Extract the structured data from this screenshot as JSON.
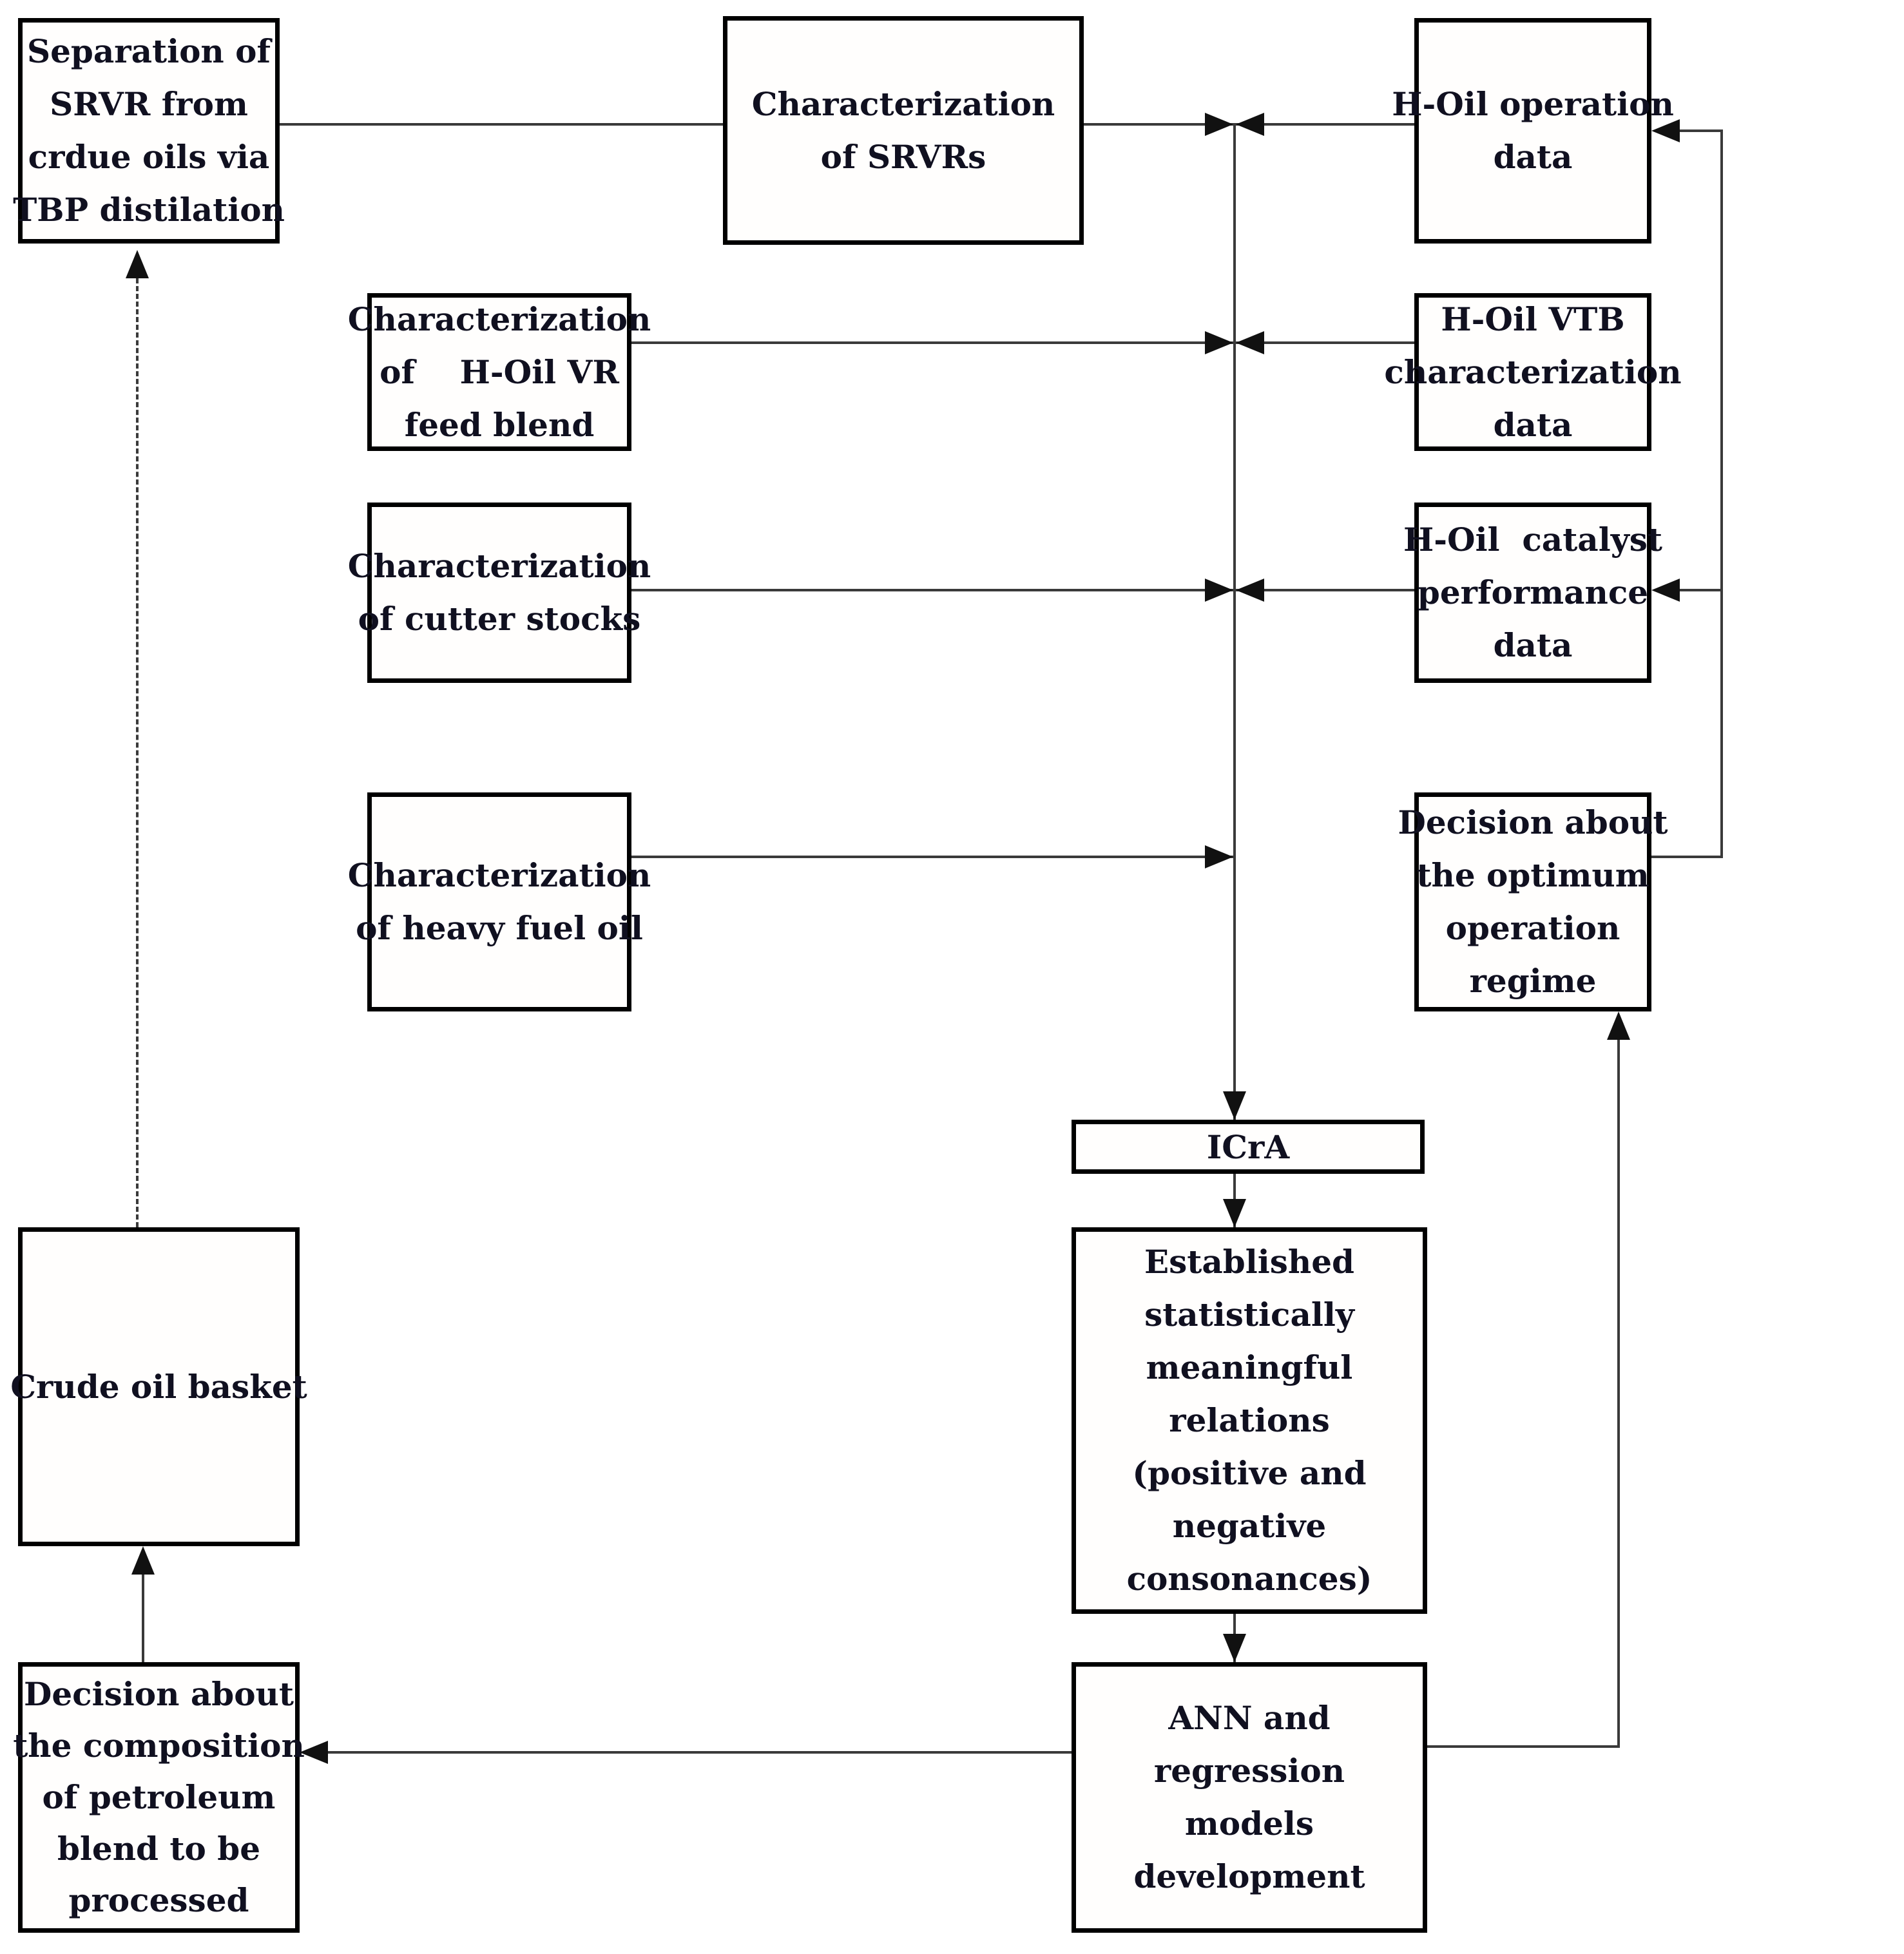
{
  "figure": {
    "type": "flowchart",
    "background": "#ffffff"
  },
  "colors": {
    "box_border": "#000000",
    "box_fill": "#fffefd",
    "text": "#101020",
    "connector": "#3a3a3a",
    "arrowhead": "#111111"
  },
  "boxes": {
    "sep_srvr": {
      "label": "Separation of\nSRVR from\ncrdue oils via\nTBP distilation"
    },
    "char_srvrs": {
      "label": "Characterization\nof SRVRs"
    },
    "hoil_op": {
      "label": "H-Oil operation\ndata"
    },
    "char_vr": {
      "label": "Characterization\nof    H-Oil VR\nfeed blend"
    },
    "hoil_vtb": {
      "label": "H-Oil VTB\ncharacterization\ndata"
    },
    "char_cutter": {
      "label": "Characterization\nof cutter stocks"
    },
    "hoil_cat": {
      "label": "H-Oil  catalyst\nperformance\ndata"
    },
    "char_heavy": {
      "label": "Characterization\nof heavy fuel oil"
    },
    "dec_regime": {
      "label": "Decision about\nthe optimum\noperation\nregime"
    },
    "icra": {
      "label": "ICrA"
    },
    "established": {
      "label": "Established\nstatistically\nmeaningful\nrelations\n(positive and\nnegative\nconsonances)"
    },
    "ann": {
      "label": "ANN and\nregression\nmodels\ndevelopment"
    },
    "crude": {
      "label": "Crude oil basket"
    },
    "dec_comp": {
      "label": "Decision about\nthe composition\nof petroleum\nblend to be\nprocessed"
    }
  },
  "edges": [
    {
      "from": "sep_srvr",
      "to": "char_srvrs",
      "style": "solid",
      "arrow": "none"
    },
    {
      "from": "char_srvrs",
      "to": "icra",
      "style": "solid",
      "arrow": "into-collector"
    },
    {
      "from": "hoil_op",
      "to": "icra",
      "style": "solid",
      "arrow": "into-collector"
    },
    {
      "from": "char_vr",
      "to": "icra",
      "style": "solid",
      "arrow": "into-collector"
    },
    {
      "from": "hoil_vtb",
      "to": "icra",
      "style": "solid",
      "arrow": "into-collector"
    },
    {
      "from": "char_cutter",
      "to": "icra",
      "style": "solid",
      "arrow": "into-collector"
    },
    {
      "from": "hoil_cat",
      "to": "icra",
      "style": "solid",
      "arrow": "into-collector"
    },
    {
      "from": "char_heavy",
      "to": "icra",
      "style": "solid",
      "arrow": "into-collector"
    },
    {
      "from": "icra",
      "to": "established",
      "style": "solid",
      "arrow": "down"
    },
    {
      "from": "established",
      "to": "ann",
      "style": "solid",
      "arrow": "down"
    },
    {
      "from": "ann",
      "to": "dec_comp",
      "style": "solid",
      "arrow": "left"
    },
    {
      "from": "ann",
      "to": "dec_regime",
      "style": "solid",
      "arrow": "up"
    },
    {
      "from": "dec_regime",
      "to": "hoil_op",
      "style": "solid",
      "arrow": "left"
    },
    {
      "from": "dec_regime",
      "to": "hoil_cat",
      "style": "solid",
      "arrow": "left"
    },
    {
      "from": "dec_comp",
      "to": "crude",
      "style": "solid",
      "arrow": "up"
    },
    {
      "from": "crude",
      "to": "sep_srvr",
      "style": "dashed",
      "arrow": "up"
    }
  ]
}
